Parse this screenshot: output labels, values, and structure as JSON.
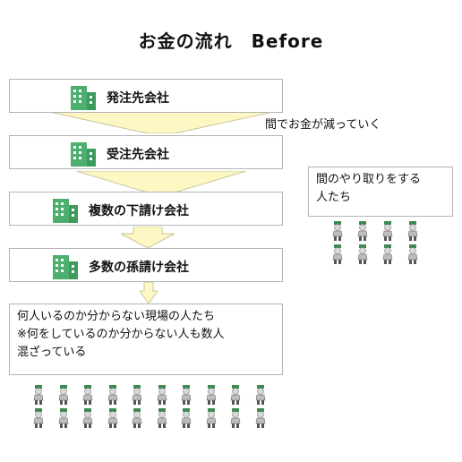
{
  "title": "お金の流れ　Before",
  "companies": [
    {
      "label": "発注先会社"
    },
    {
      "label": "受注先会社"
    },
    {
      "label": "複数の下請け会社"
    },
    {
      "label": "多数の孫請け会社"
    }
  ],
  "arrow_note": "間でお金が減っていく",
  "side_box": {
    "line1": "間のやり取りをする",
    "line2": "人たち"
  },
  "bottom_box": {
    "line1": "何人いるのか分からない現場の人たち",
    "line2": "※何をしているのか分からない人も数人",
    "line3": "混ざっている"
  },
  "colors": {
    "building": "#4caf6e",
    "arrow_fill": "#fdf7c3",
    "arrow_stroke": "#c9c79a",
    "border": "#b4b4b4"
  },
  "icons": {
    "building": "building-icon",
    "person": "person-icon"
  }
}
